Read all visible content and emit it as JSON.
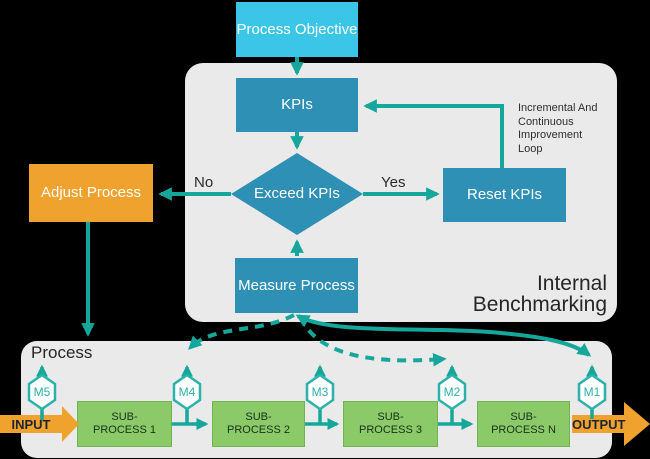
{
  "colors": {
    "cyan": "#3bc6e8",
    "steel_blue": "#2d90b4",
    "teal_arrow": "#16a79c",
    "hexagon_teal": "#2bb2a8",
    "orange": "#f0a22f",
    "green": "#8cc969",
    "panel_gray": "#eaeaea",
    "background": "#000000"
  },
  "top": {
    "process_objective": "Process Objective",
    "kpis": "KPIs",
    "exceed_kpis": "Exceed KPIs",
    "reset_kpis": "Reset KPIs",
    "measure_process": "Measure Process",
    "adjust_process": "Adjust Process",
    "yes_label": "Yes",
    "no_label": "No",
    "loop_note_lines": [
      "Incremental And",
      "Continuous",
      "Improvement",
      "Loop"
    ],
    "benchmark_lines": [
      "Internal",
      "Benchmarking"
    ]
  },
  "bottom": {
    "panel_label": "Process",
    "input_label": "INPUT",
    "output_label": "OUTPUT",
    "subprocesses": [
      "SUB-\nPROCESS 1",
      "SUB-\nPROCESS 2",
      "SUB-\nPROCESS 3",
      "SUB-\nPROCESS N"
    ],
    "measure_points": [
      "M5",
      "M4",
      "M3",
      "M2",
      "M1"
    ]
  }
}
